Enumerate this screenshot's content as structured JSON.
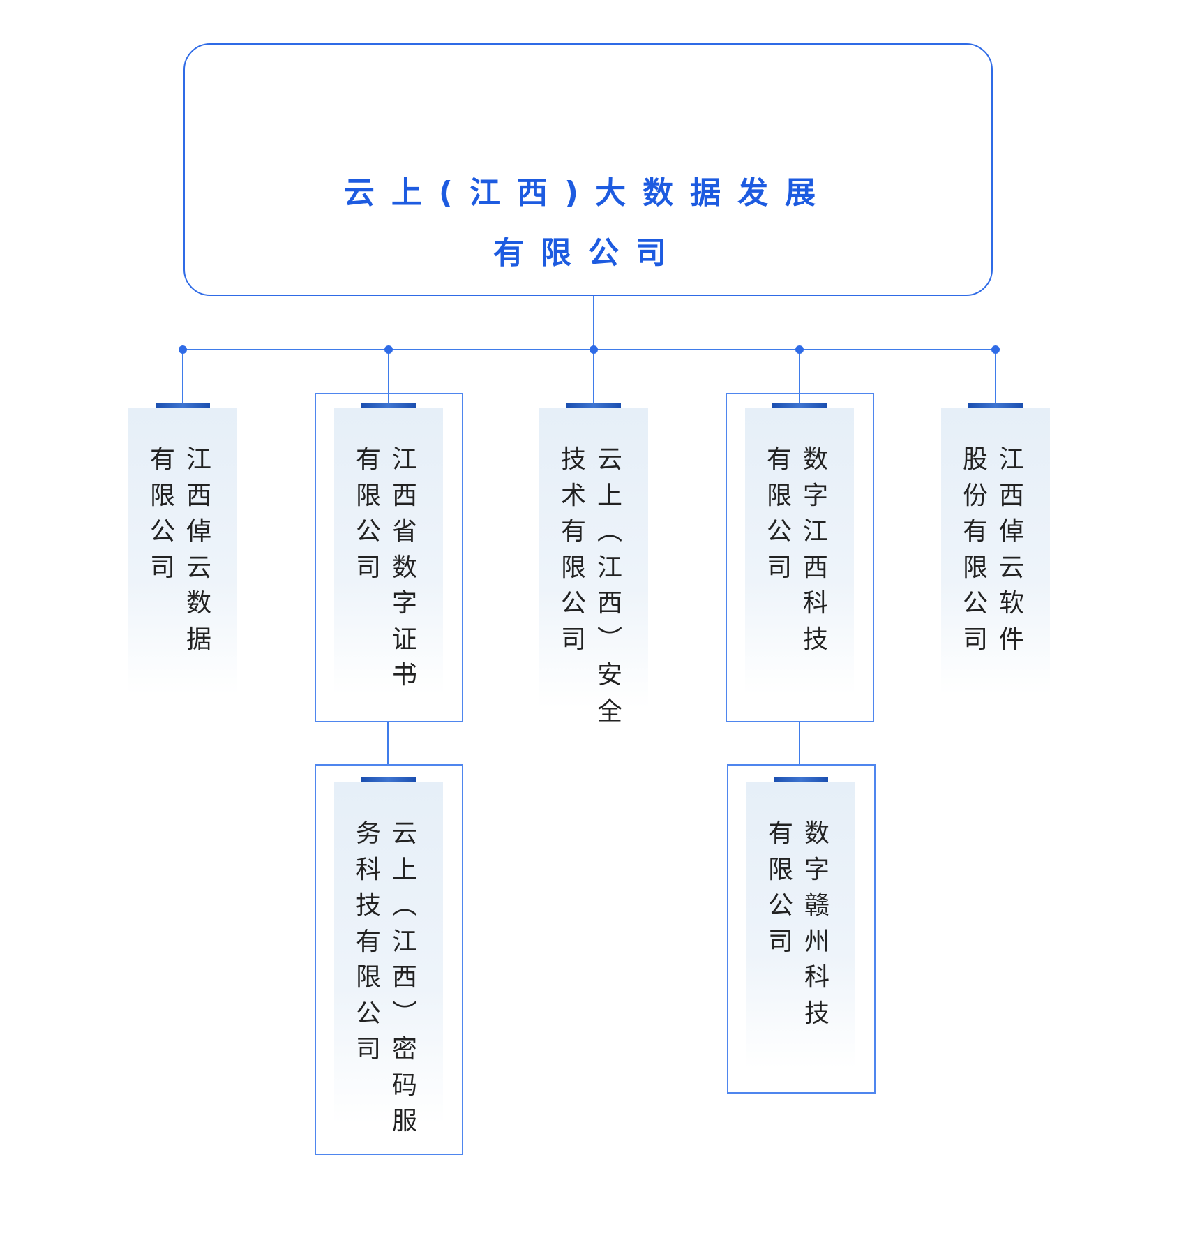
{
  "root": {
    "title_line1": "云上(江西)大数据发展",
    "title_line2": "有限公司"
  },
  "nodes": [
    {
      "id": "n1",
      "name": "江西倬云数据有限公司",
      "col1": "江西倬云数据",
      "col2": "有限公司"
    },
    {
      "id": "n2",
      "name": "江西省数字证书有限公司",
      "col1": "江西省数字证书",
      "col2": "有限公司"
    },
    {
      "id": "n3",
      "name": "云上(江西)安全技术有限公司",
      "col1": "云上(江西)安全",
      "col2": "技术有限公司"
    },
    {
      "id": "n4",
      "name": "数字江西科技有限公司",
      "col1": "数字江西科技",
      "col2": "有限公司"
    },
    {
      "id": "n5",
      "name": "江西倬云软件股份有限公司",
      "col1": "江西倬云软件",
      "col2": "股份有限公司"
    },
    {
      "id": "n6",
      "name": "云上(江西)密码服务科技有限公司",
      "col1": "云上(江西)密码服",
      "col2": "务科技有限公司"
    },
    {
      "id": "n7",
      "name": "数字赣州科技有限公司",
      "col1": "数字赣州科技",
      "col2": "有限公司"
    }
  ],
  "colors": {
    "accent": "#2f6be6",
    "title": "#1d5be0",
    "card_bar": "#1b4fb0"
  }
}
